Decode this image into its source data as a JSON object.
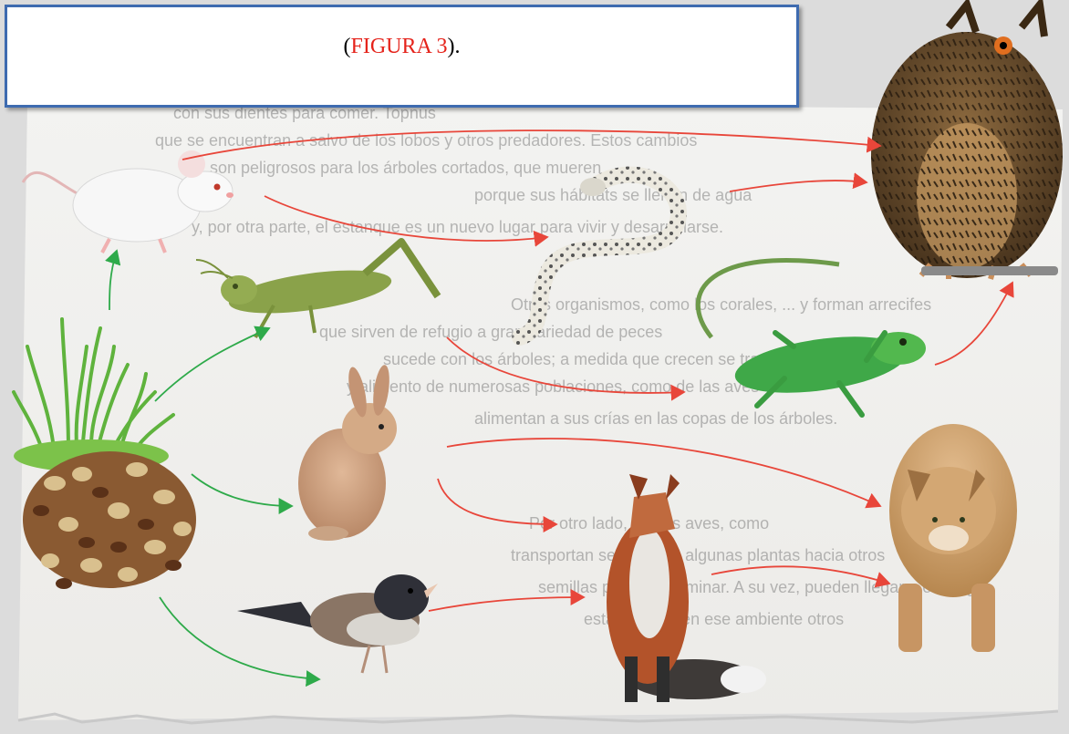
{
  "figure_label": {
    "open_paren": "(",
    "text": "FIGURA 3",
    "close": ")."
  },
  "colors": {
    "title_border": "#3e6bb0",
    "title_accent": "#e5231b",
    "arrow_producer": "#2eaa4a",
    "arrow_consumer": "#e8463a"
  },
  "organisms": [
    {
      "id": "grass-and-seeds",
      "role": "producer"
    },
    {
      "id": "mouse",
      "role": "consumer"
    },
    {
      "id": "grasshopper",
      "role": "consumer"
    },
    {
      "id": "rabbit",
      "role": "consumer"
    },
    {
      "id": "bird",
      "role": "consumer"
    },
    {
      "id": "snake",
      "role": "consumer"
    },
    {
      "id": "lizard",
      "role": "consumer"
    },
    {
      "id": "fox",
      "role": "consumer"
    },
    {
      "id": "owl",
      "role": "consumer"
    },
    {
      "id": "puma",
      "role": "consumer"
    }
  ],
  "links": [
    {
      "from": "grass-and-seeds",
      "to": "mouse"
    },
    {
      "from": "grass-and-seeds",
      "to": "grasshopper"
    },
    {
      "from": "grass-and-seeds",
      "to": "rabbit"
    },
    {
      "from": "grass-and-seeds",
      "to": "bird"
    },
    {
      "from": "mouse",
      "to": "owl"
    },
    {
      "from": "mouse",
      "to": "snake"
    },
    {
      "from": "snake",
      "to": "owl"
    },
    {
      "from": "grasshopper",
      "to": "lizard"
    },
    {
      "from": "lizard",
      "to": "owl"
    },
    {
      "from": "rabbit",
      "to": "puma"
    },
    {
      "from": "rabbit",
      "to": "fox"
    },
    {
      "from": "bird",
      "to": "fox"
    },
    {
      "from": "fox",
      "to": "puma"
    }
  ],
  "background_text": [
    "con sus dientes para comer. Topnus",
    "que se encuentran a salvo de los lobos y otros predadores. Estos cambios",
    "son peligrosos para los árboles cortados, que mueren",
    "porque sus hábitats se llenan de agua",
    "y, por otra parte, el estanque es un nuevo lugar para vivir y desarrollarse.",
    "Otros organismos, como los corales, ... y forman arrecifes",
    "que sirven de refugio a gran variedad de peces",
    "sucede con los árboles; a medida que crecen se transforman en",
    "y alimento de numerosas poblaciones, como de las aves y",
    "alimentan a sus crías en las copas de los árboles.",
    "Por otro lado, ciertas aves, como",
    "transportan semillas de algunas plantas hacia otros",
    "semillas pueden germinar. A su vez, pueden llegar a ese lugar",
    "establecerse en ese ambiente otros"
  ]
}
